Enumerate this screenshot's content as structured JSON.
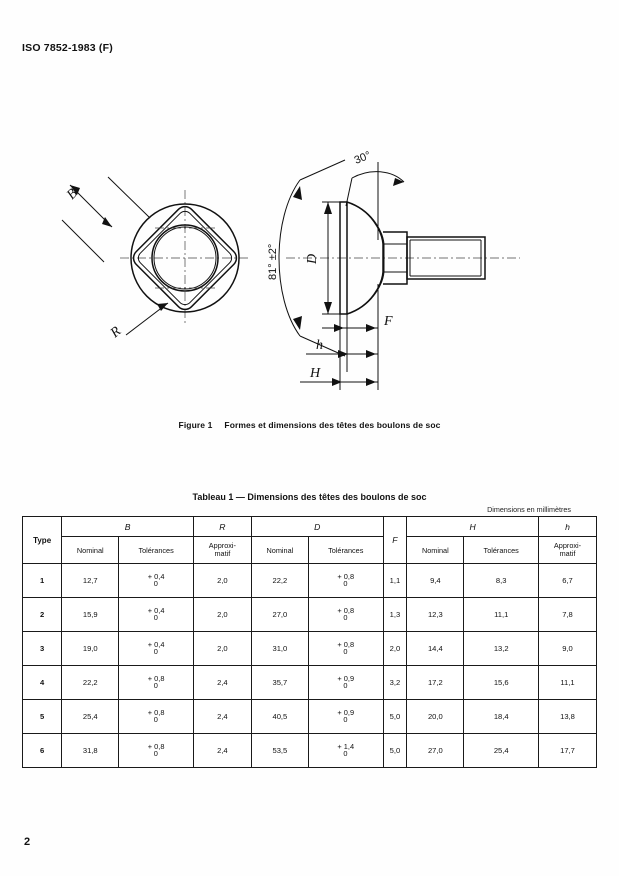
{
  "document": {
    "standard_ref": "ISO 7852-1983 (F)",
    "page_number": "2"
  },
  "figure": {
    "caption_number": "Figure 1",
    "caption_dash": "—",
    "caption_text": "Formes et dimensions des têtes des boulons de soc",
    "plan_view_labels": {
      "width_across": "B",
      "corner_radius": "R"
    },
    "side_view_labels": {
      "head_angle": "81° ±2°",
      "chamfer_angle": "30°",
      "head_diameter": "D",
      "flange_thickness": "F",
      "neck_height": "h",
      "total_head_height": "H"
    }
  },
  "table": {
    "title_number": "Tableau 1",
    "title_dash": "—",
    "title_text": "Dimensions des têtes des boulons de soc",
    "units_note": "Dimensions en millimètres",
    "header": {
      "type": "Type",
      "groups": {
        "B": "B",
        "R": "R",
        "D": "D",
        "F": "F",
        "H": "H",
        "h": "h"
      },
      "sub": {
        "nominal": "Nominal",
        "tolerances": "Tolérances",
        "approx_line1": "Approxi-",
        "approx_line2": "matif"
      }
    },
    "rows": [
      {
        "type": "1",
        "B_nominal": "12,7",
        "B_tol_upper": "+ 0,4",
        "B_tol_lower": "0",
        "R_approx": "2,0",
        "D_nominal": "22,2",
        "D_tol_upper": "+ 0,8",
        "D_tol_lower": "0",
        "F": "1,1",
        "H_nominal": "9,4",
        "H_tolerances": "8,3",
        "h_approx": "6,7"
      },
      {
        "type": "2",
        "B_nominal": "15,9",
        "B_tol_upper": "+ 0,4",
        "B_tol_lower": "0",
        "R_approx": "2,0",
        "D_nominal": "27,0",
        "D_tol_upper": "+ 0,8",
        "D_tol_lower": "0",
        "F": "1,3",
        "H_nominal": "12,3",
        "H_tolerances": "11,1",
        "h_approx": "7,8"
      },
      {
        "type": "3",
        "B_nominal": "19,0",
        "B_tol_upper": "+ 0,4",
        "B_tol_lower": "0",
        "R_approx": "2,0",
        "D_nominal": "31,0",
        "D_tol_upper": "+ 0,8",
        "D_tol_lower": "0",
        "F": "2,0",
        "H_nominal": "14,4",
        "H_tolerances": "13,2",
        "h_approx": "9,0"
      },
      {
        "type": "4",
        "B_nominal": "22,2",
        "B_tol_upper": "+ 0,8",
        "B_tol_lower": "0",
        "R_approx": "2,4",
        "D_nominal": "35,7",
        "D_tol_upper": "+ 0,9",
        "D_tol_lower": "0",
        "F": "3,2",
        "H_nominal": "17,2",
        "H_tolerances": "15,6",
        "h_approx": "11,1"
      },
      {
        "type": "5",
        "B_nominal": "25,4",
        "B_tol_upper": "+ 0,8",
        "B_tol_lower": "0",
        "R_approx": "2,4",
        "D_nominal": "40,5",
        "D_tol_upper": "+ 0,9",
        "D_tol_lower": "0",
        "F": "5,0",
        "H_nominal": "20,0",
        "H_tolerances": "18,4",
        "h_approx": "13,8"
      },
      {
        "type": "6",
        "B_nominal": "31,8",
        "B_tol_upper": "+ 0,8",
        "B_tol_lower": "0",
        "R_approx": "2,4",
        "D_nominal": "53,5",
        "D_tol_upper": "+ 1,4",
        "D_tol_lower": "0",
        "F": "5,0",
        "H_nominal": "27,0",
        "H_tolerances": "25,4",
        "h_approx": "17,7"
      }
    ]
  }
}
